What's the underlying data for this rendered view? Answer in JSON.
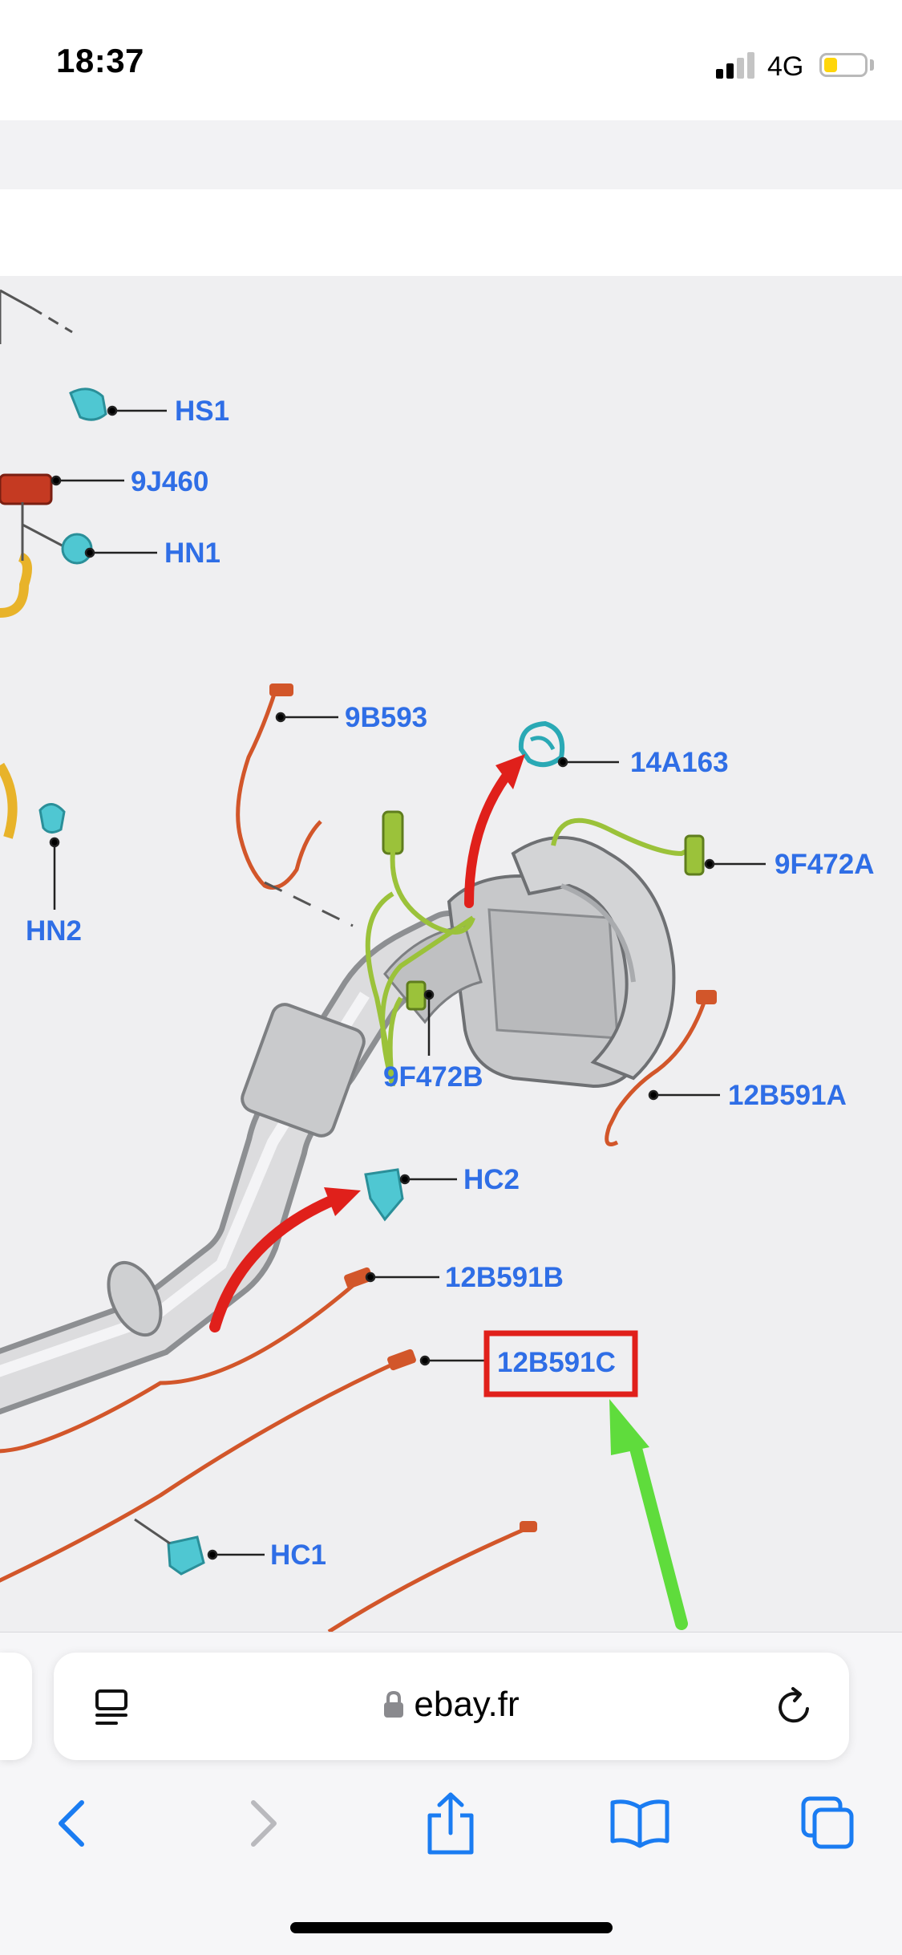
{
  "status_bar": {
    "time": "18:37",
    "network": "4G",
    "signal_bars_active": 2,
    "signal_bars_total": 4,
    "battery_level": 0.25,
    "battery_color": "#ffd60a"
  },
  "diagram": {
    "labels": {
      "hs1": "HS1",
      "9j460": "9J460",
      "hn1": "HN1",
      "9b593": "9B593",
      "14a163": "14A163",
      "hn2": "HN2",
      "9f472a": "9F472A",
      "9f472b": "9F472B",
      "12b591a": "12B591A",
      "hc2": "HC2",
      "12b591b": "12B591B",
      "12b591c": "12B591C",
      "hc1": "HC1"
    },
    "label_color": "#2f6ee6",
    "highlight_color": "#e0201b",
    "arrow_red": "#e0201b",
    "arrow_green": "#5fdc3c"
  },
  "browser": {
    "url": "ebay.fr",
    "icons": {
      "reader": "reader-mode-icon",
      "lock": "lock-icon",
      "reload": "reload-icon",
      "back": "back-chevron-icon",
      "forward": "forward-chevron-icon",
      "share": "share-icon",
      "bookmarks": "bookmarks-icon",
      "tabs": "tabs-icon"
    },
    "accent": "#1a7cf2"
  }
}
